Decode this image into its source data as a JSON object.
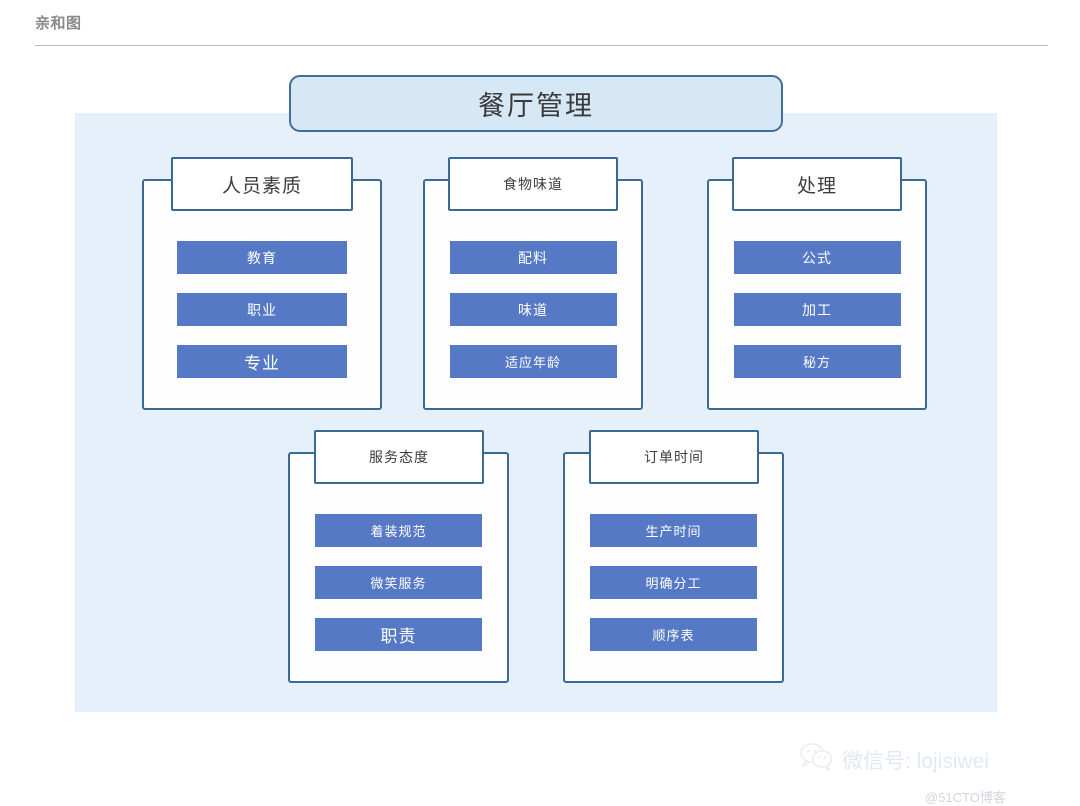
{
  "header": {
    "title": "亲和图"
  },
  "diagram": {
    "root": {
      "label": "餐厅管理"
    },
    "groups": [
      {
        "header": "人员素质",
        "items": [
          "教育",
          "职业",
          "专业"
        ]
      },
      {
        "header": "食物味道",
        "items": [
          "配料",
          "味道",
          "适应年龄"
        ]
      },
      {
        "header": "处理",
        "items": [
          "公式",
          "加工",
          "秘方"
        ]
      },
      {
        "header": "服务态度",
        "items": [
          "着装规范",
          "微笑服务",
          "职责"
        ]
      },
      {
        "header": "订单时间",
        "items": [
          "生产时间",
          "明确分工",
          "顺序表"
        ]
      }
    ]
  },
  "watermark": {
    "wechat_icon": "wechat-icon",
    "wechat_text": "微信号: lojisiwei",
    "site_text": "@51CTO博客"
  },
  "colors": {
    "panel_background": "#e5f0fb",
    "root_fill": "#d6e7f5",
    "root_border": "#3f6f9e",
    "group_border": "#3a6a94",
    "item_fill": "#5579c4",
    "item_text": "#ffffff",
    "title_text": "#8a8a8a"
  }
}
